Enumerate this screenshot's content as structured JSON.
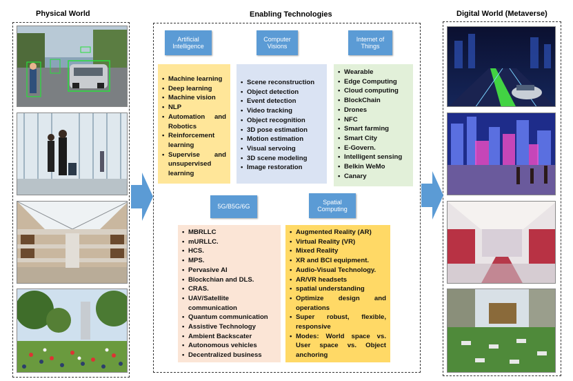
{
  "headers": {
    "physical": "Physical World",
    "enabling": "Enabling Technologies",
    "digital": "Digital World (Metaverse)"
  },
  "tags": {
    "ai": "Artificial Intelligence",
    "cv": "Computer Visions",
    "iot": "Internet of Things",
    "g5": "5G/B5G/6G",
    "spatial": "Spatial Computing"
  },
  "lists": {
    "ai": [
      "Machine learning",
      "Deep learning",
      "Machine vision",
      "NLP",
      "Automation and Robotics",
      "Reinforcement learning",
      "Supervise and unsupervised learning"
    ],
    "cv": [
      "Scene reconstruction",
      "Object detection",
      "Event detection",
      "Video tracking",
      "Object recognition",
      "3D pose estimation",
      "Motion estimation",
      "Visual servoing",
      "3D scene modeling",
      "Image restoration"
    ],
    "iot": [
      "Wearable",
      "Edge Computing",
      "Cloud computing",
      "BlockChain",
      "Drones",
      "NFC",
      "Smart farming",
      "Smart City",
      "E-Govern.",
      "Intelligent sensing",
      "Belkin WeMo",
      "Canary"
    ],
    "g5": [
      "MBRLLC",
      "mURLLC.",
      "HCS.",
      "MPS.",
      "Pervasive AI",
      "Blockchian and DLS.",
      "CRAS.",
      "UAV/Satellite communication",
      "Quantum communication",
      "Assistive Technology",
      "Ambient Backscater",
      "Autonomous vehicles",
      "Decentralized business"
    ],
    "spatial": [
      "Augmented Reality (AR)",
      "Virtual Reality (VR)",
      "Mixed Reality",
      "XR and BCI equipment.",
      "Audio-Visual Technology.",
      "AR/VR headsets",
      "spatial understanding",
      "Optimize design and operations",
      "Super robust, flexible, responsive",
      "Modes: World space vs. User space vs. Object anchoring"
    ]
  },
  "colors": {
    "tag_blue": "#5b9bd5",
    "ai_box": "#ffe699",
    "cv_box": "#dae3f3",
    "iot_box": "#e2f0d9",
    "g5_box": "#fbe5d6",
    "spatial_box": "#ffd966",
    "arrow": "#5b9bd5"
  }
}
